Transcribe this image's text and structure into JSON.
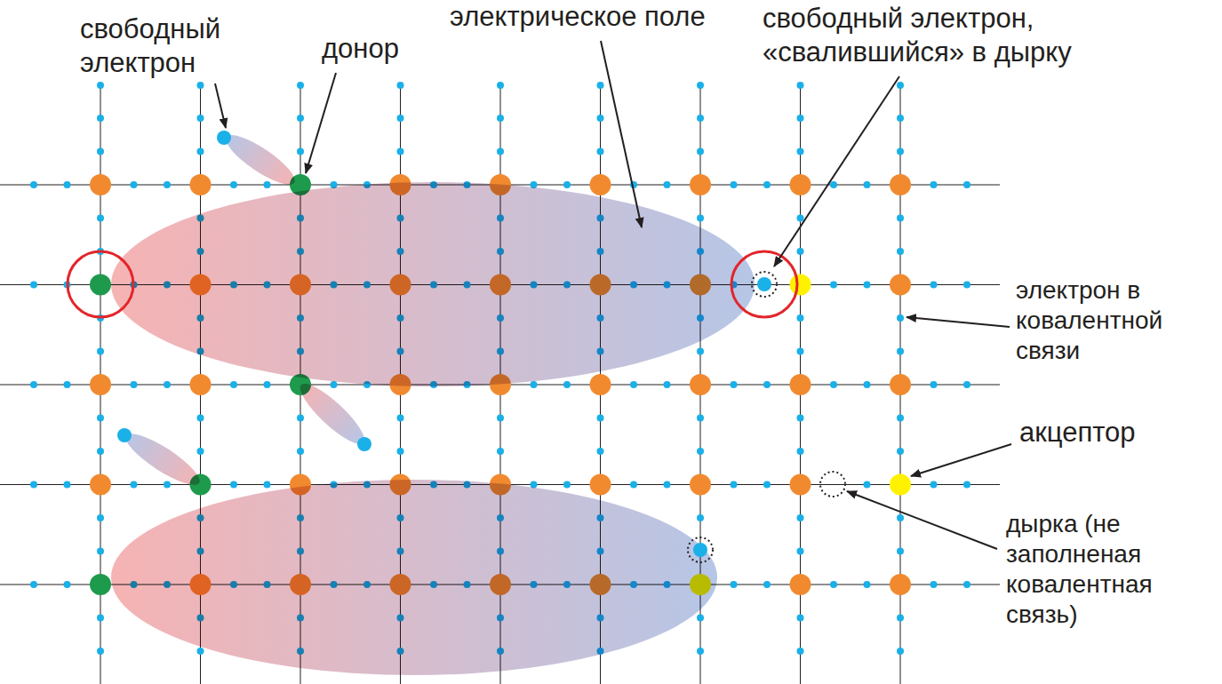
{
  "diagram": {
    "labels": [
      "электрическое поле",
      "свободный электрон, «свалившийся» в дырку",
      "свободный электрон",
      "донор",
      "электрон в ковалентной связи",
      "акцептор",
      "дырка (не заполненая ковалентная связь)"
    ]
  }
}
